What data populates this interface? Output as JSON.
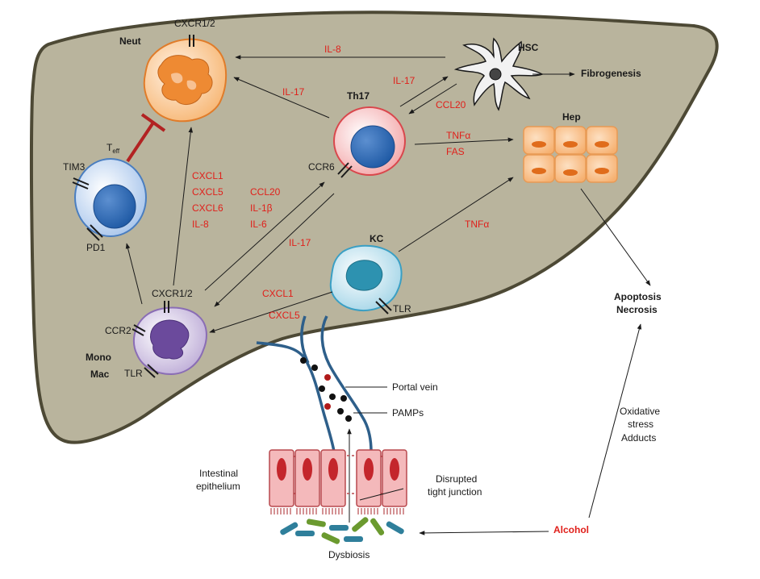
{
  "colors": {
    "liver_fill": "#b9b49d",
    "liver_stroke": "#4d4935",
    "red_text": "#e0201b",
    "neut": "#f29a48",
    "teff": "#a8c8ee",
    "th17": "#f6b7b8",
    "hep": "#f9c089",
    "kc": "#b3dbe9",
    "mono": "#c7b8da",
    "epithelium": "#e8898d",
    "vein": "#2e5f8a"
  },
  "cells": {
    "neut": "Neut",
    "neut_receptor": "CXCR1/2",
    "hsc": "HSC",
    "fibrogenesis": "Fibrogenesis",
    "th17": "Th17",
    "hep": "Hep",
    "th17_receptor": "CCR6",
    "teff_main": "T",
    "teff_sub": "eff",
    "tim3": "TIM3",
    "pd1": "PD1",
    "kc": "KC",
    "kc_receptor": "TLR",
    "mono_receptor_top": "CXCR1/2",
    "mono_receptor_left": "CCR2",
    "mono_receptor_bottom": "TLR",
    "mono_label": "Mono",
    "mac_label": "Mac"
  },
  "mediators": {
    "il8_top": "IL-8",
    "il17_to_neut": "IL-17",
    "il17_to_hsc": "IL-17",
    "ccl20_hsc": "CCL20",
    "tnfa_th17": "TNFα",
    "fas": "FAS",
    "cxcl1_list": "CXCL1",
    "cxcl5_list": "CXCL5",
    "cxcl6_list": "CXCL6",
    "il8_list": "IL-8",
    "ccl20_list": "CCL20",
    "il1b_list": "IL-1β",
    "il6_list": "IL-6",
    "il17_mono": "IL-17",
    "tnfa_kc": "TNFα",
    "cxcl1_kc": "CXCL1",
    "cxcl5_kc": "CXCL5"
  },
  "gut": {
    "portal_vein": "Portal vein",
    "pamps": "PAMPs",
    "intestinal_line1": "Intestinal",
    "intestinal_line2": "epithelium",
    "disrupted_line1": "Disrupted",
    "disrupted_line2": "tight junction",
    "dysbiosis": "Dysbiosis",
    "alcohol": "Alcohol"
  },
  "outcomes": {
    "apoptosis": "Apoptosis",
    "necrosis": "Necrosis",
    "oxidative": "Oxidative",
    "stress": "stress",
    "adducts": "Adducts"
  }
}
